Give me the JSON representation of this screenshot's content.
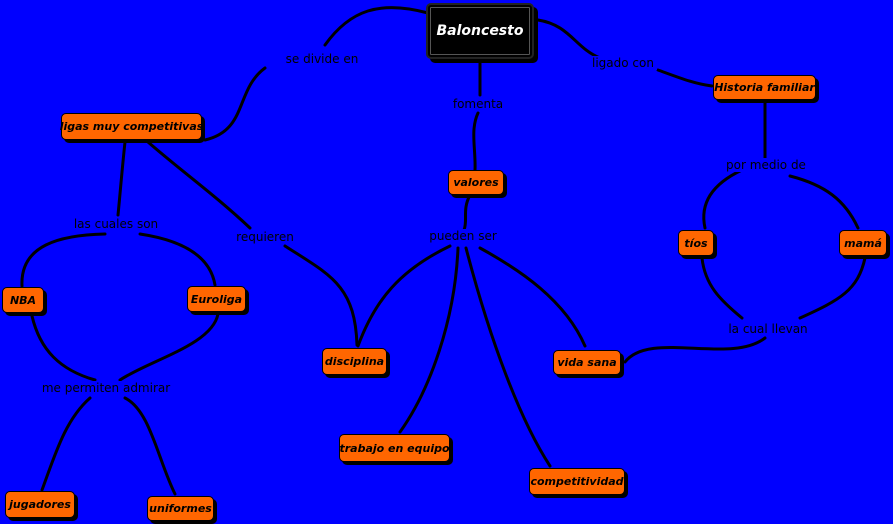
{
  "concepts": {
    "root": "Baloncesto",
    "ligas": "ligas muy competitivas",
    "historia": "Historia familiar",
    "valores": "valores",
    "nba": "NBA",
    "euroliga": "Euroliga",
    "disciplina": "disciplina",
    "tios": "tíos",
    "mama": "mamá",
    "vida_sana": "vida sana",
    "trabajo_equipo": "trabajo en equipo",
    "competitividad": "competitividad",
    "jugadores": "jugadores",
    "uniformes": "uniformes"
  },
  "links": {
    "se_divide_en": "se divide en",
    "ligado_con": "ligado con",
    "fomenta": "fomenta",
    "las_cuales_son": "las cuales son",
    "requieren": "requieren",
    "pueden_ser": "pueden ser",
    "por_medio_de": "por medio de",
    "la_cual_llevan": "la cual llevan",
    "me_permiten_admirar": "me permiten admirar"
  },
  "colors": {
    "background": "#0000ff",
    "concept_fill": "#ff6600",
    "root_fill": "#000000",
    "line": "#000000"
  }
}
